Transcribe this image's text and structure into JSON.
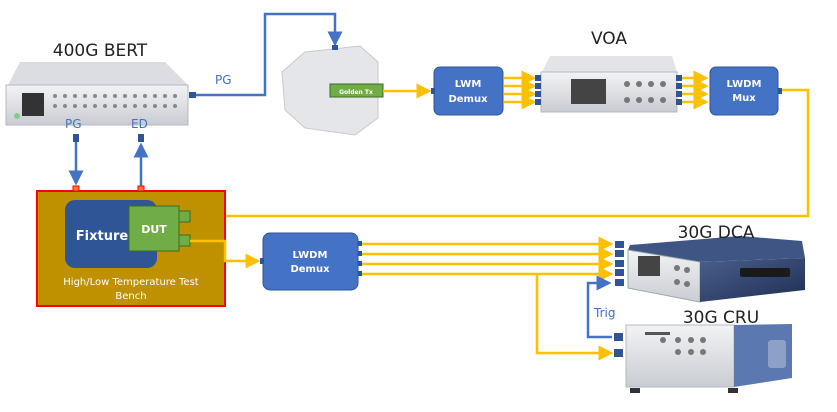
{
  "colors": {
    "optical": "#ffc000",
    "electrical": "#4472c4",
    "module": "#4472c4",
    "bench": "#bf9000",
    "bench_border": "#ff0000",
    "fixture": "#2f5597",
    "dut": "#70ad47"
  },
  "devices": {
    "bert": "400G BERT",
    "voa": "VOA",
    "dca": "30G DCA",
    "cru": "30G CRU",
    "golden_tx": "Golden Tx"
  },
  "modules": {
    "lwm_demux": [
      "LWM",
      "Demux"
    ],
    "lwdm_mux": [
      "LWDM",
      "Mux"
    ],
    "lwdm_demux": [
      "LWDM",
      "Demux"
    ]
  },
  "bench": {
    "fixture": "Fixture",
    "dut": "DUT",
    "title": [
      "High/Low Temperature Test",
      "Bench"
    ]
  },
  "signals": {
    "pg_top": "PG",
    "pg": "PG",
    "ed": "ED",
    "trig": "Trig"
  }
}
